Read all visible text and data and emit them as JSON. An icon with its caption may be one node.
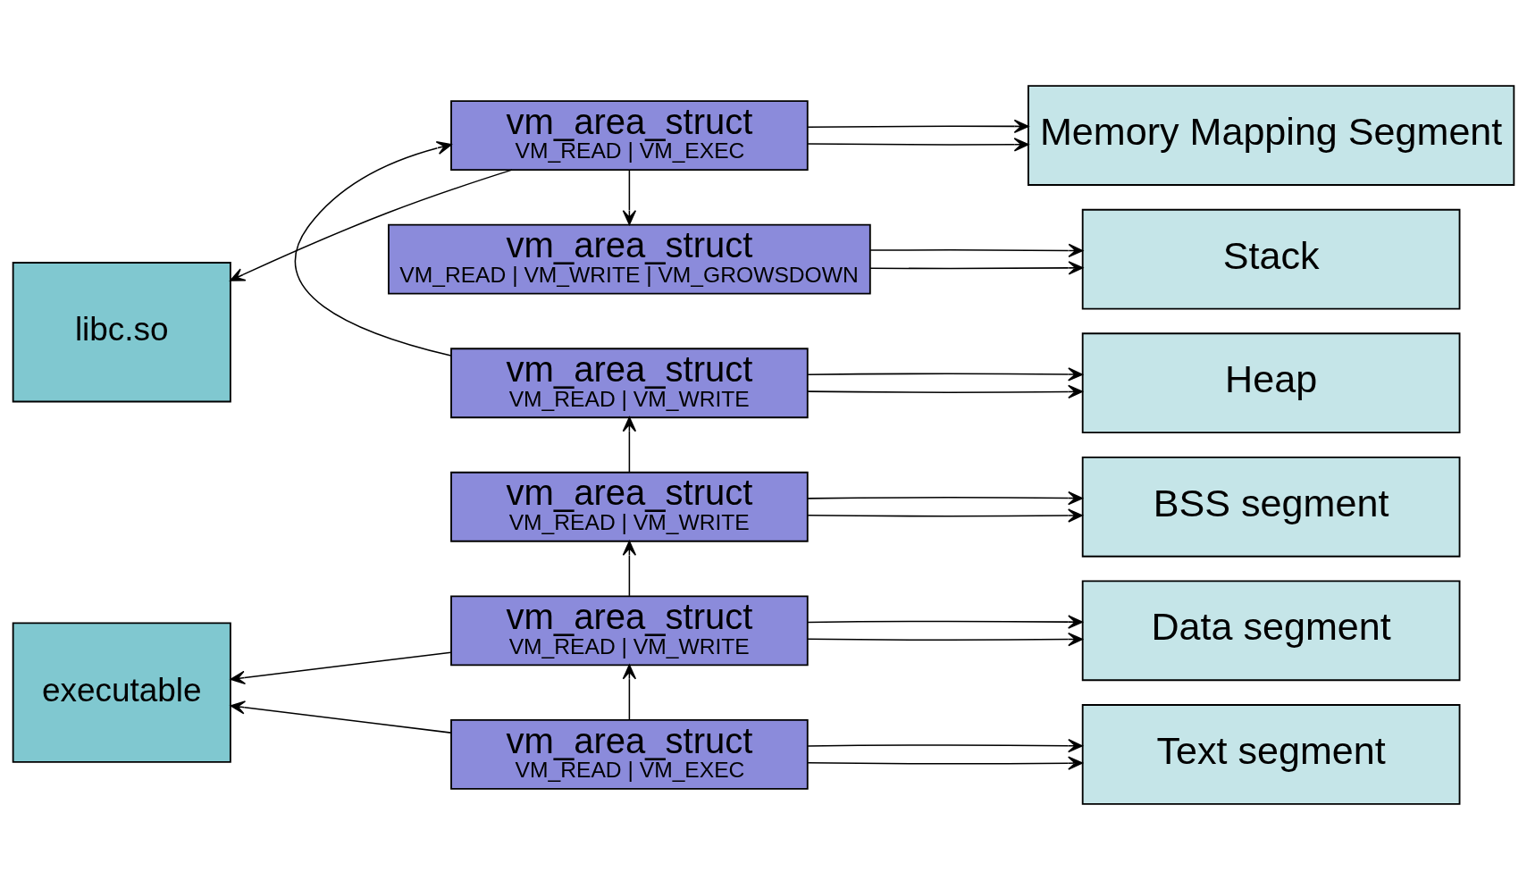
{
  "diagram": {
    "nodes": [
      {
        "text": [
          "libc.so"
        ]
      },
      {
        "text": [
          "executable"
        ]
      },
      {
        "text": [
          "vm_area_struct",
          "VM_READ | VM_WRITE | VM_GROWSDOWN"
        ]
      },
      {
        "text": [
          "vm_area_struct",
          "VM_READ | VM_EXEC"
        ]
      },
      {
        "text": [
          "vm_area_struct",
          "VM_READ | VM_WRITE"
        ]
      },
      {
        "text": [
          "vm_area_struct",
          "VM_READ | VM_WRITE"
        ]
      },
      {
        "text": [
          "vm_area_struct",
          "VM_READ | VM_WRITE"
        ]
      },
      {
        "text": [
          "vm_area_struct",
          "VM_READ | VM_EXEC"
        ]
      },
      {
        "text": [
          "Stack"
        ]
      },
      {
        "text": [
          "Memory Mapping Segment"
        ]
      },
      {
        "text": [
          "Heap"
        ]
      },
      {
        "text": [
          "BSS segment"
        ]
      },
      {
        "text": [
          "Data segment"
        ]
      },
      {
        "text": [
          "Text segment"
        ]
      }
    ],
    "edges": [
      {
        "from": 2,
        "to": 8,
        "arrow": "to"
      },
      {
        "from": 2,
        "to": 8,
        "arrow": "to"
      },
      {
        "from": 3,
        "to": 9,
        "arrow": "to"
      },
      {
        "from": 3,
        "to": 9,
        "arrow": "to"
      },
      {
        "from": 3,
        "to": 0,
        "arrow": "to"
      },
      {
        "from": 3,
        "to": 2,
        "arrow": "to"
      },
      {
        "from": 4,
        "to": 10,
        "arrow": "to"
      },
      {
        "from": 4,
        "to": 10,
        "arrow": "to"
      },
      {
        "from": 4,
        "to": 3,
        "arrow": "to"
      },
      {
        "from": 5,
        "to": 11,
        "arrow": "to"
      },
      {
        "from": 5,
        "to": 11,
        "arrow": "to"
      },
      {
        "from": 5,
        "to": 4,
        "arrow": "to"
      },
      {
        "from": 6,
        "to": 12,
        "arrow": "to"
      },
      {
        "from": 6,
        "to": 12,
        "arrow": "to"
      },
      {
        "from": 6,
        "to": 1,
        "arrow": "to"
      },
      {
        "from": 6,
        "to": 5,
        "arrow": "to"
      },
      {
        "from": 7,
        "to": 13,
        "arrow": "to"
      },
      {
        "from": 7,
        "to": 13,
        "arrow": "to"
      },
      {
        "from": 7,
        "to": 1,
        "arrow": "to"
      },
      {
        "from": 7,
        "to": 6,
        "arrow": "to"
      }
    ]
  }
}
